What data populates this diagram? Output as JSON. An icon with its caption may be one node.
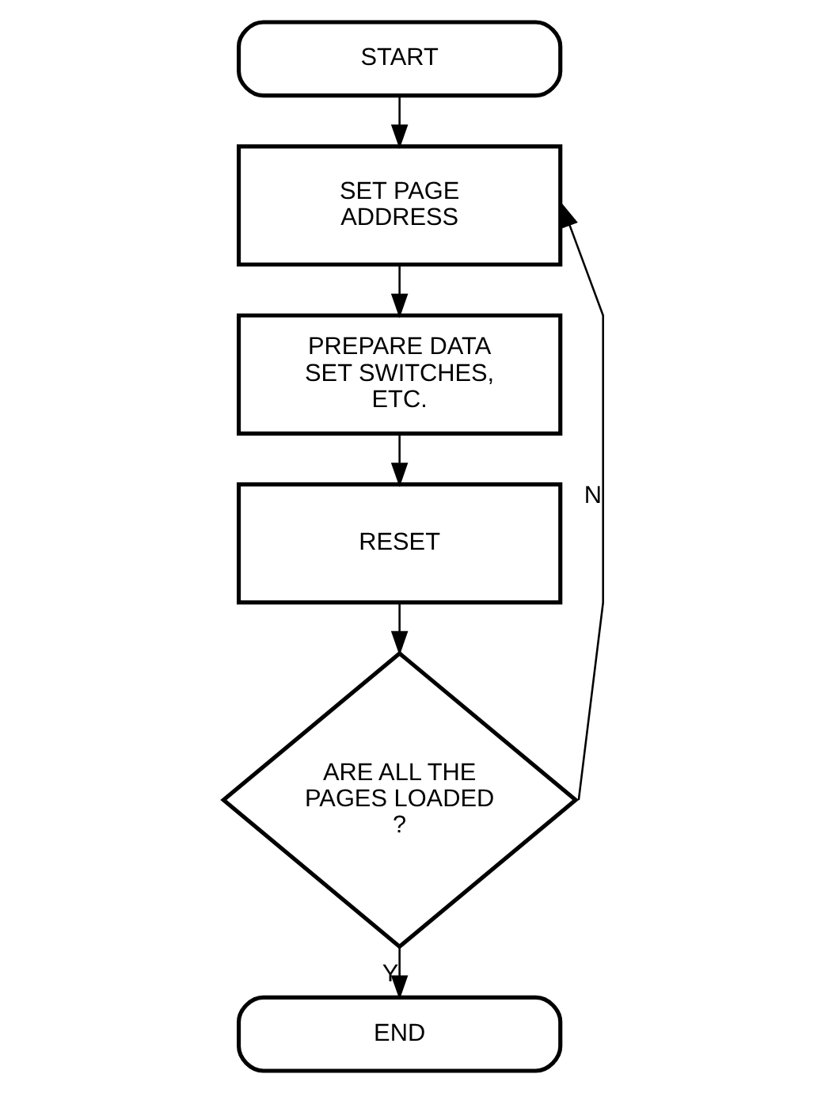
{
  "diagram": {
    "nodes": [
      {
        "text": [
          "START"
        ]
      },
      {
        "text": [
          "SET PAGE ADDRESS"
        ]
      },
      {
        "text": [
          "PREPARE DATA SET SWITCHES, ETC."
        ]
      },
      {
        "text": [
          "RESET"
        ]
      },
      {
        "text": [
          "ARE ALL THE PAGES LOADED ?"
        ]
      },
      {
        "text": [
          "END"
        ]
      }
    ],
    "edges": [
      {
        "from": 0,
        "to": 1,
        "arrow": "to"
      },
      {
        "from": 1,
        "to": 2,
        "arrow": "to"
      },
      {
        "from": 2,
        "to": 3,
        "arrow": "to"
      },
      {
        "from": 3,
        "to": 4,
        "arrow": "to"
      },
      {
        "from": 4,
        "to": 5,
        "arrow": "to",
        "label": "Y"
      },
      {
        "from": 4,
        "to": 1,
        "arrow": "to",
        "label": "N"
      }
    ]
  }
}
